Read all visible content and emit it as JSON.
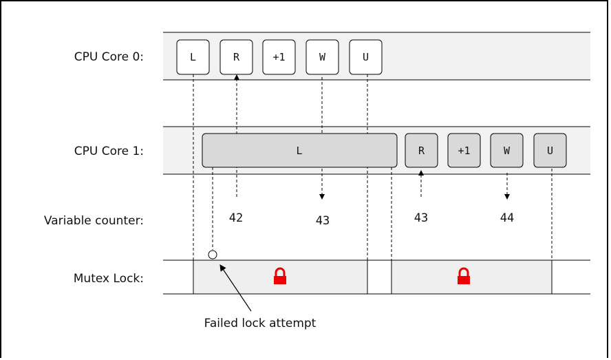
{
  "lanes": {
    "core0": "CPU Core 0:",
    "core1": "CPU Core 1:",
    "counter": "Variable counter:",
    "mutex": "Mutex Lock:"
  },
  "core0_ops": [
    "L",
    "R",
    "+1",
    "W",
    "U"
  ],
  "core1_ops": [
    "L",
    "R",
    "+1",
    "W",
    "U"
  ],
  "counter_values": [
    "42",
    "43",
    "43",
    "44"
  ],
  "annotation": "Failed lock attempt",
  "colors": {
    "lane_bg": "#f2f2f2",
    "box_white": "#ffffff",
    "box_gray": "#d9d9d9",
    "lock": "#ee0000",
    "mutex_held": "#efefef"
  },
  "icons": {
    "lock": "padlock-icon"
  }
}
